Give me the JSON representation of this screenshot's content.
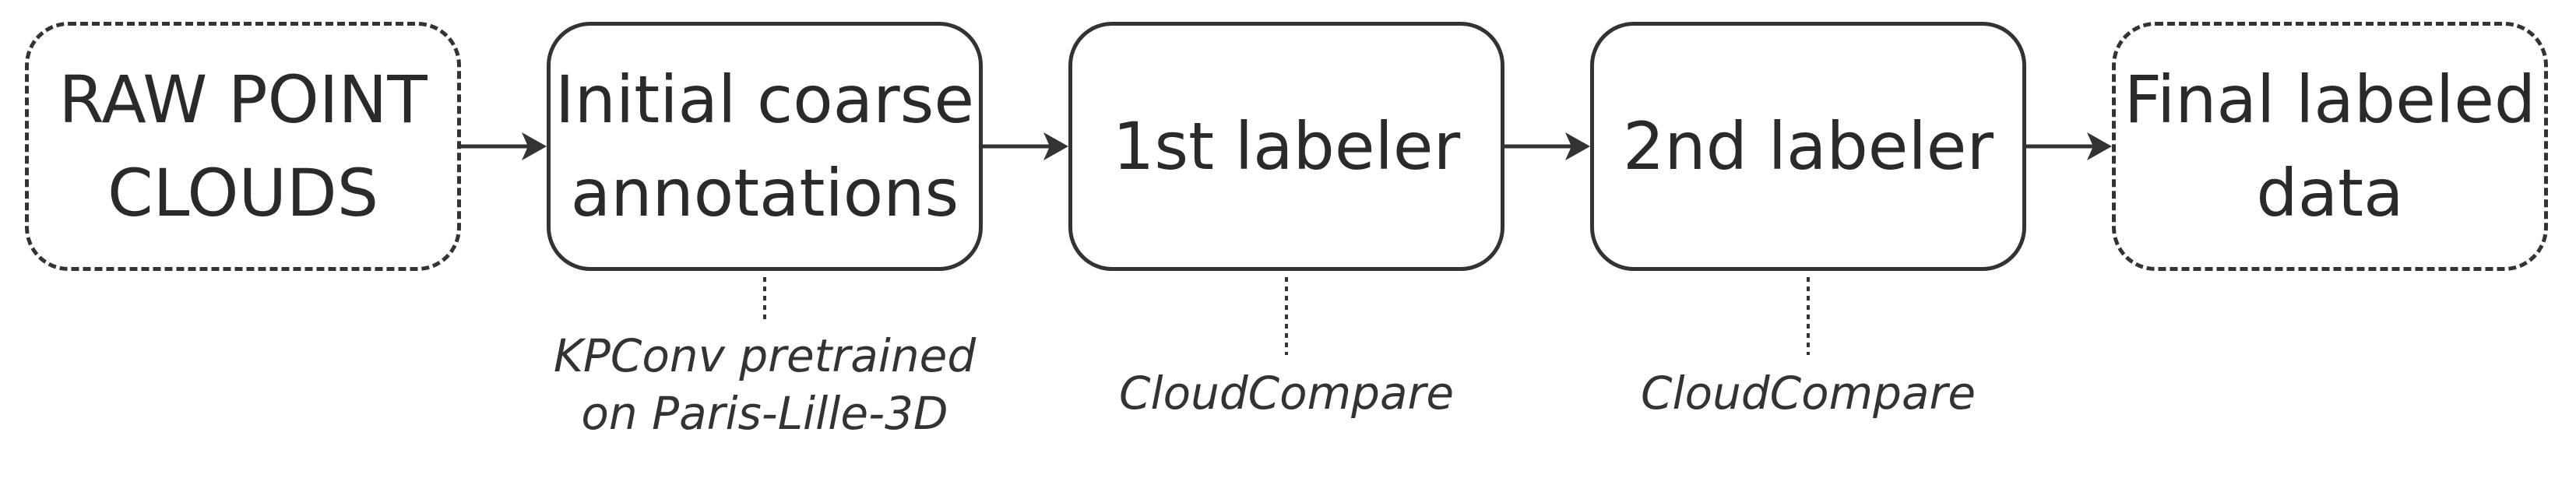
{
  "nodes": [
    {
      "id": "raw",
      "label": "RAW POINT\nCLOUDS",
      "style": "dashed"
    },
    {
      "id": "coarse",
      "label": "Initial coarse\nannotations",
      "style": "solid"
    },
    {
      "id": "l1",
      "label": "1st labeler",
      "style": "solid"
    },
    {
      "id": "l2",
      "label": "2nd labeler",
      "style": "solid"
    },
    {
      "id": "final",
      "label": "Final labeled\ndata",
      "style": "dashed"
    }
  ],
  "notes": [
    {
      "node": "coarse",
      "text": "KPConv pretrained\non Paris-Lille-3D"
    },
    {
      "node": "l1",
      "text": "CloudCompare"
    },
    {
      "node": "l2",
      "text": "CloudCompare"
    }
  ],
  "colors": {
    "stroke": "#333333",
    "text": "#2a2a2a"
  }
}
